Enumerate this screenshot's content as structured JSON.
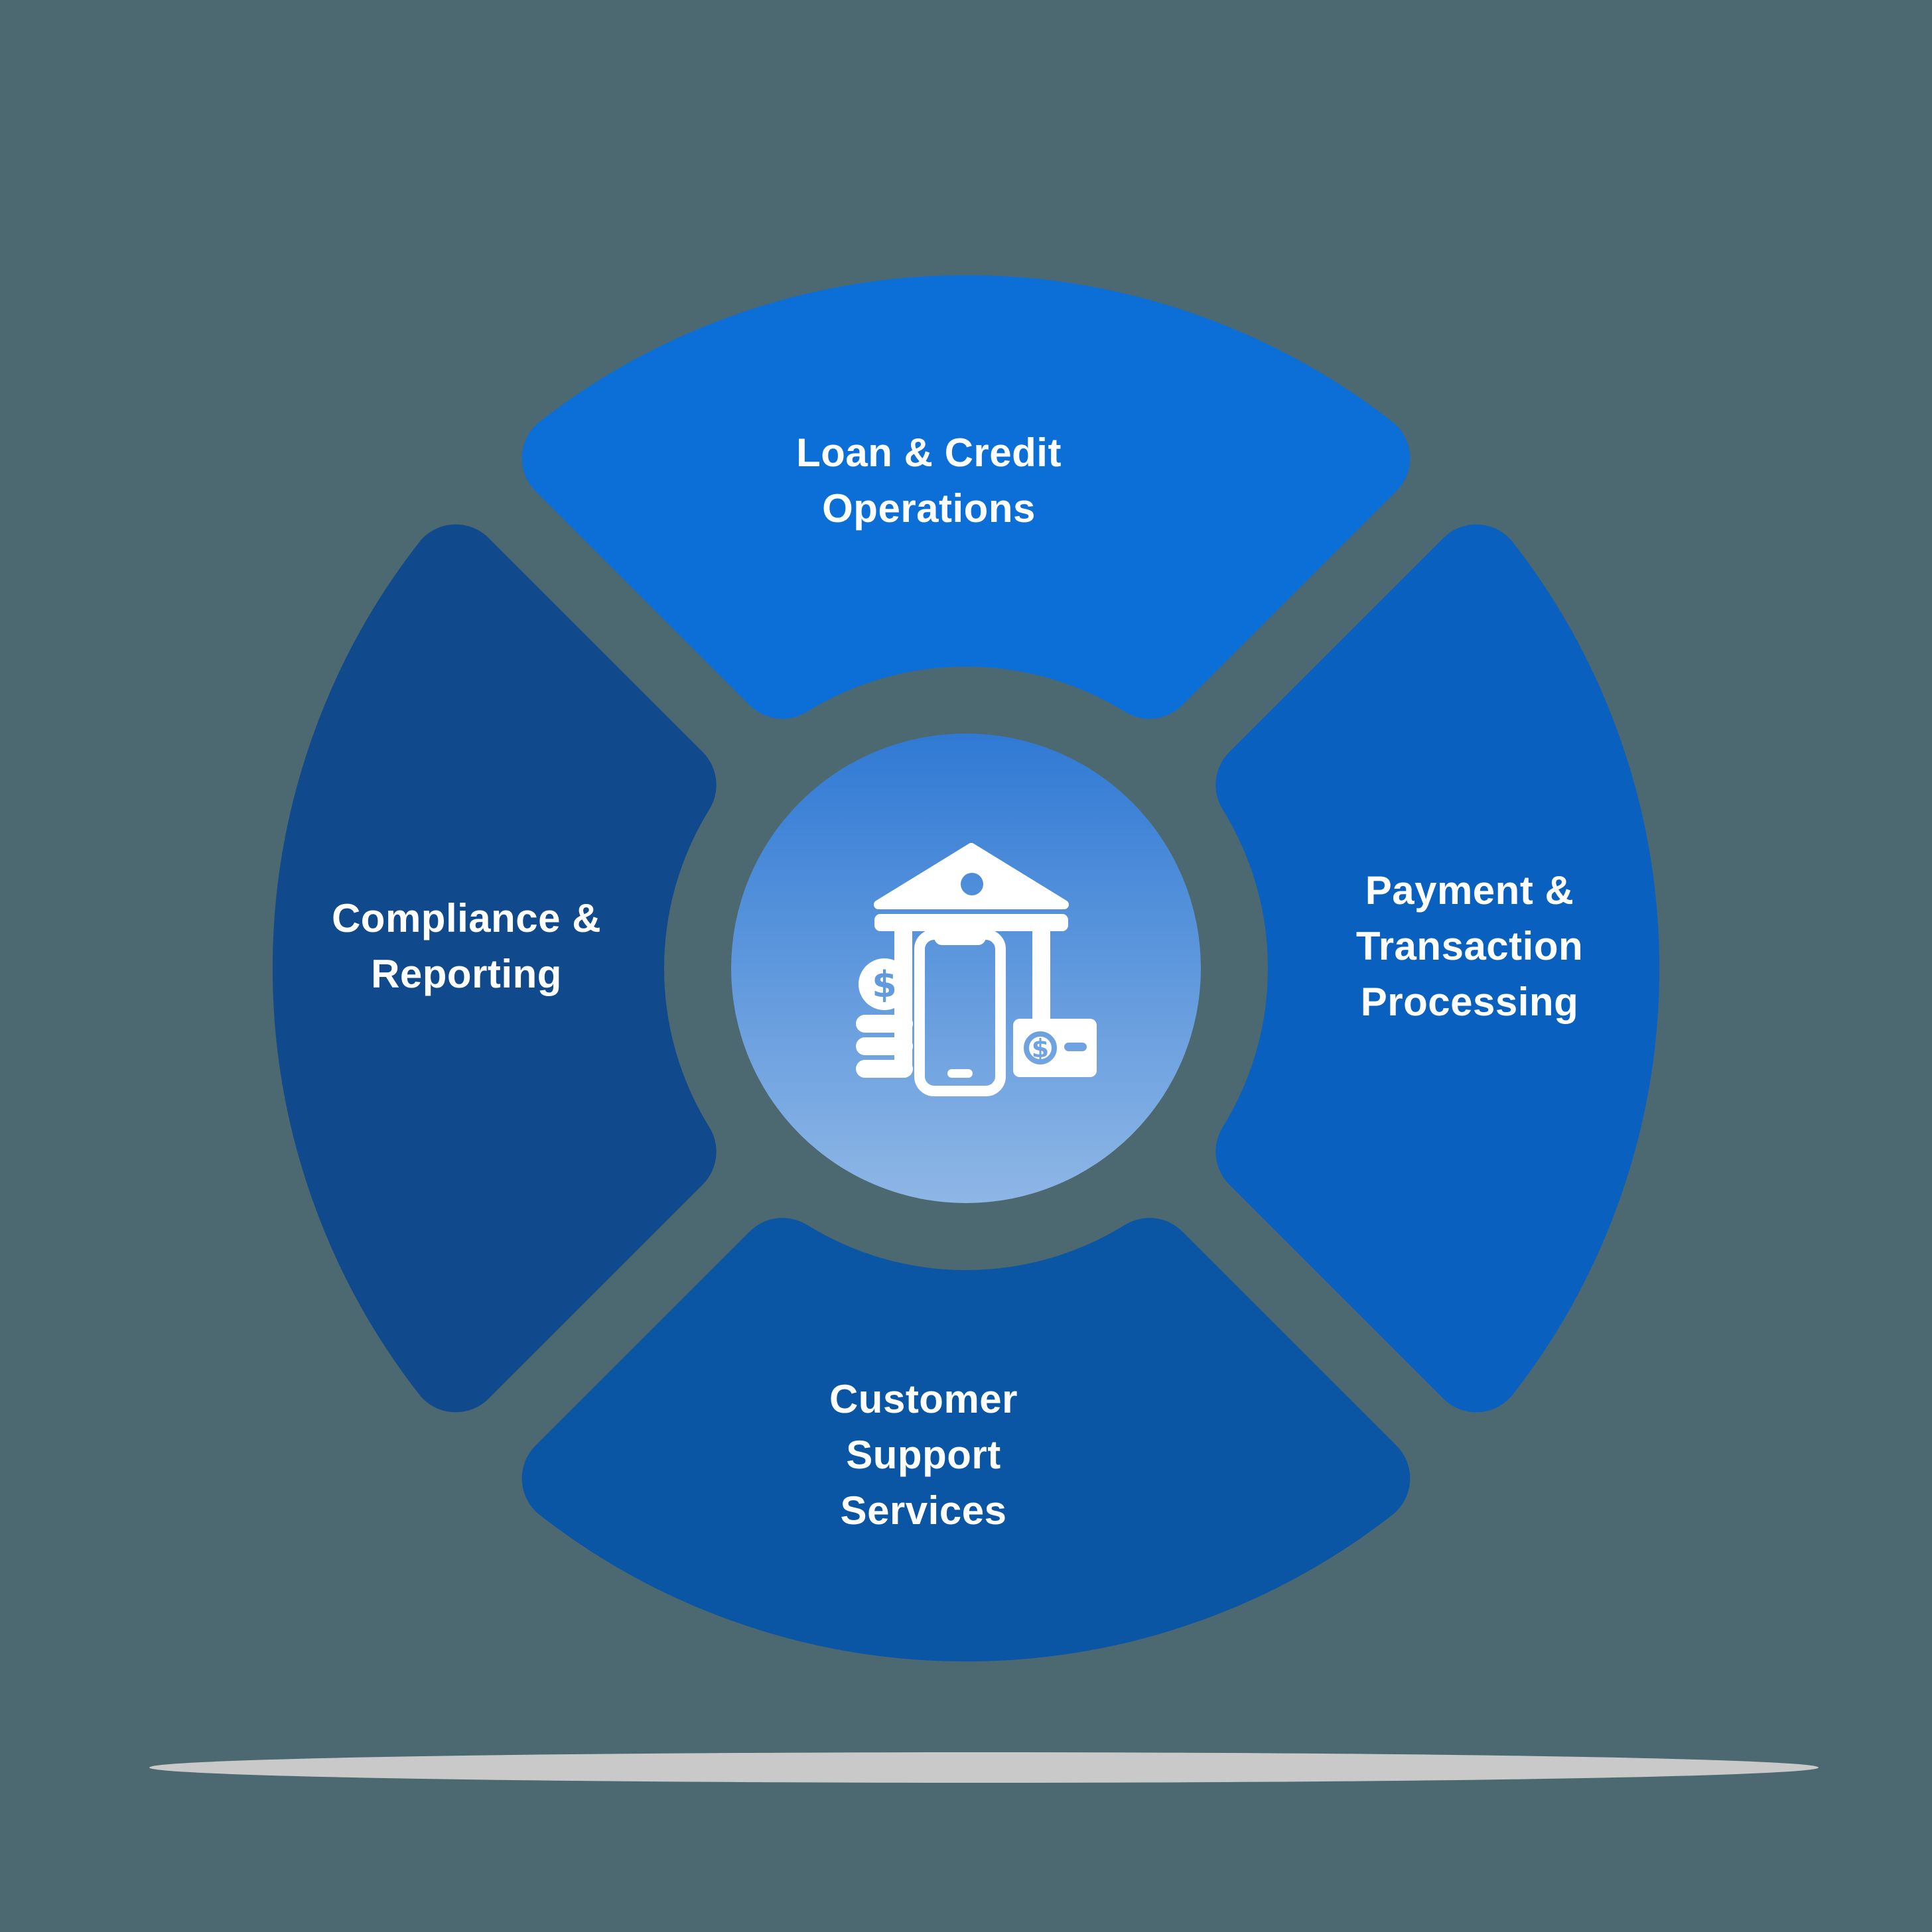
{
  "diagram": {
    "background_color": "#4C6971",
    "shadow_color": "#C9C9CA",
    "text_color": "#FFFFFF",
    "center": {
      "icon": "bank-mobile-banking-icon",
      "gradient_top": "#2F79D4",
      "gradient_bottom": "#8FB7E6"
    },
    "segments": [
      {
        "id": "top",
        "label": "Loan & Credit Operations",
        "color": "#0B6FD7",
        "lines": [
          "Loan & Credit",
          "Operations"
        ]
      },
      {
        "id": "right",
        "label": "Payment & Transaction Processing",
        "color": "#0A60BE",
        "lines": [
          "Payment &",
          "Transaction",
          "Processing"
        ]
      },
      {
        "id": "bottom",
        "label": "Customer Support Services",
        "color": "#0B56A4",
        "lines": [
          "Customer",
          "Support",
          "Services"
        ]
      },
      {
        "id": "left",
        "label": "Compliance & Reporting",
        "color": "#114A8C",
        "lines": [
          "Compliance &",
          "Reporting"
        ]
      }
    ]
  }
}
